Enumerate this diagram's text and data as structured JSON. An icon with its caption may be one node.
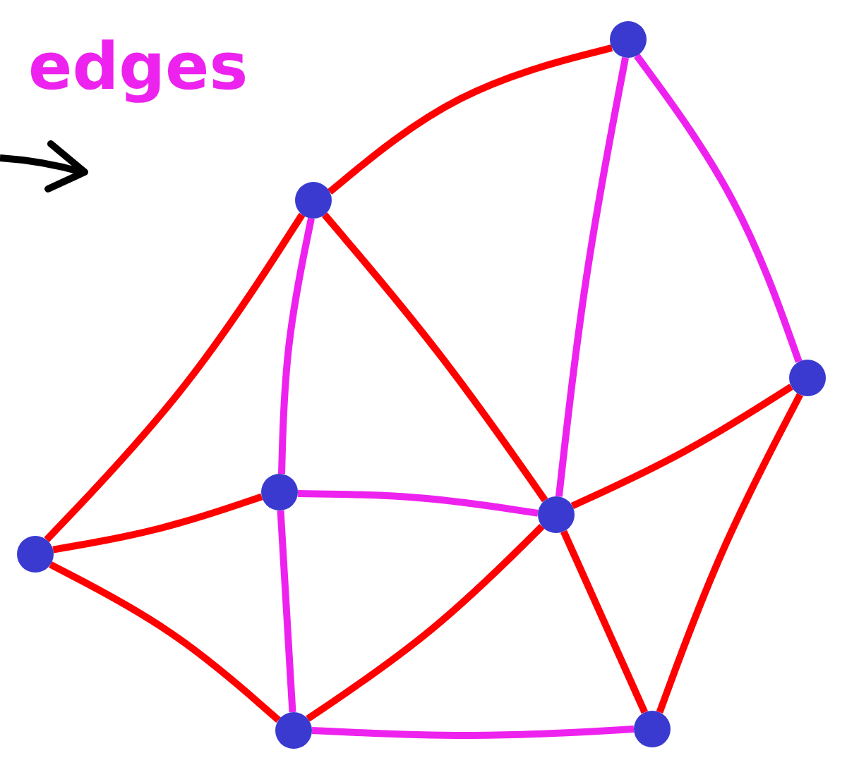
{
  "diagram": {
    "nodes": [
      {
        "text": [],
        "shape": "circle"
      },
      {
        "text": [],
        "shape": "circle"
      },
      {
        "text": [],
        "shape": "circle"
      },
      {
        "text": [],
        "shape": "circle"
      },
      {
        "text": [],
        "shape": "circle"
      },
      {
        "text": [],
        "shape": "circle"
      },
      {
        "text": [],
        "shape": "circle"
      },
      {
        "text": [],
        "shape": "circle"
      }
    ],
    "edges": [
      {
        "from": 1,
        "to": 0,
        "arrow": "none"
      },
      {
        "from": 0,
        "to": 4,
        "arrow": "none",
        "color": "#ee22ee"
      },
      {
        "from": 0,
        "to": 2,
        "arrow": "none",
        "color": "#ee22ee"
      },
      {
        "from": 1,
        "to": 5,
        "arrow": "none"
      },
      {
        "from": 1,
        "to": 3,
        "arrow": "none",
        "color": "#ee22ee"
      },
      {
        "from": 1,
        "to": 4,
        "arrow": "none"
      },
      {
        "from": 4,
        "to": 2,
        "arrow": "none"
      },
      {
        "from": 5,
        "to": 3,
        "arrow": "none"
      },
      {
        "from": 3,
        "to": 4,
        "arrow": "none",
        "color": "#ee22ee"
      },
      {
        "from": 5,
        "to": 6,
        "arrow": "none"
      },
      {
        "from": 3,
        "to": 6,
        "arrow": "none",
        "color": "#ee22ee"
      },
      {
        "from": 4,
        "to": 6,
        "arrow": "none"
      },
      {
        "from": 4,
        "to": 7,
        "arrow": "none"
      },
      {
        "from": 7,
        "to": 2,
        "arrow": "none"
      },
      {
        "from": 6,
        "to": 7,
        "arrow": "none",
        "color": "#ee22ee"
      }
    ],
    "labels": [
      "edges"
    ]
  }
}
